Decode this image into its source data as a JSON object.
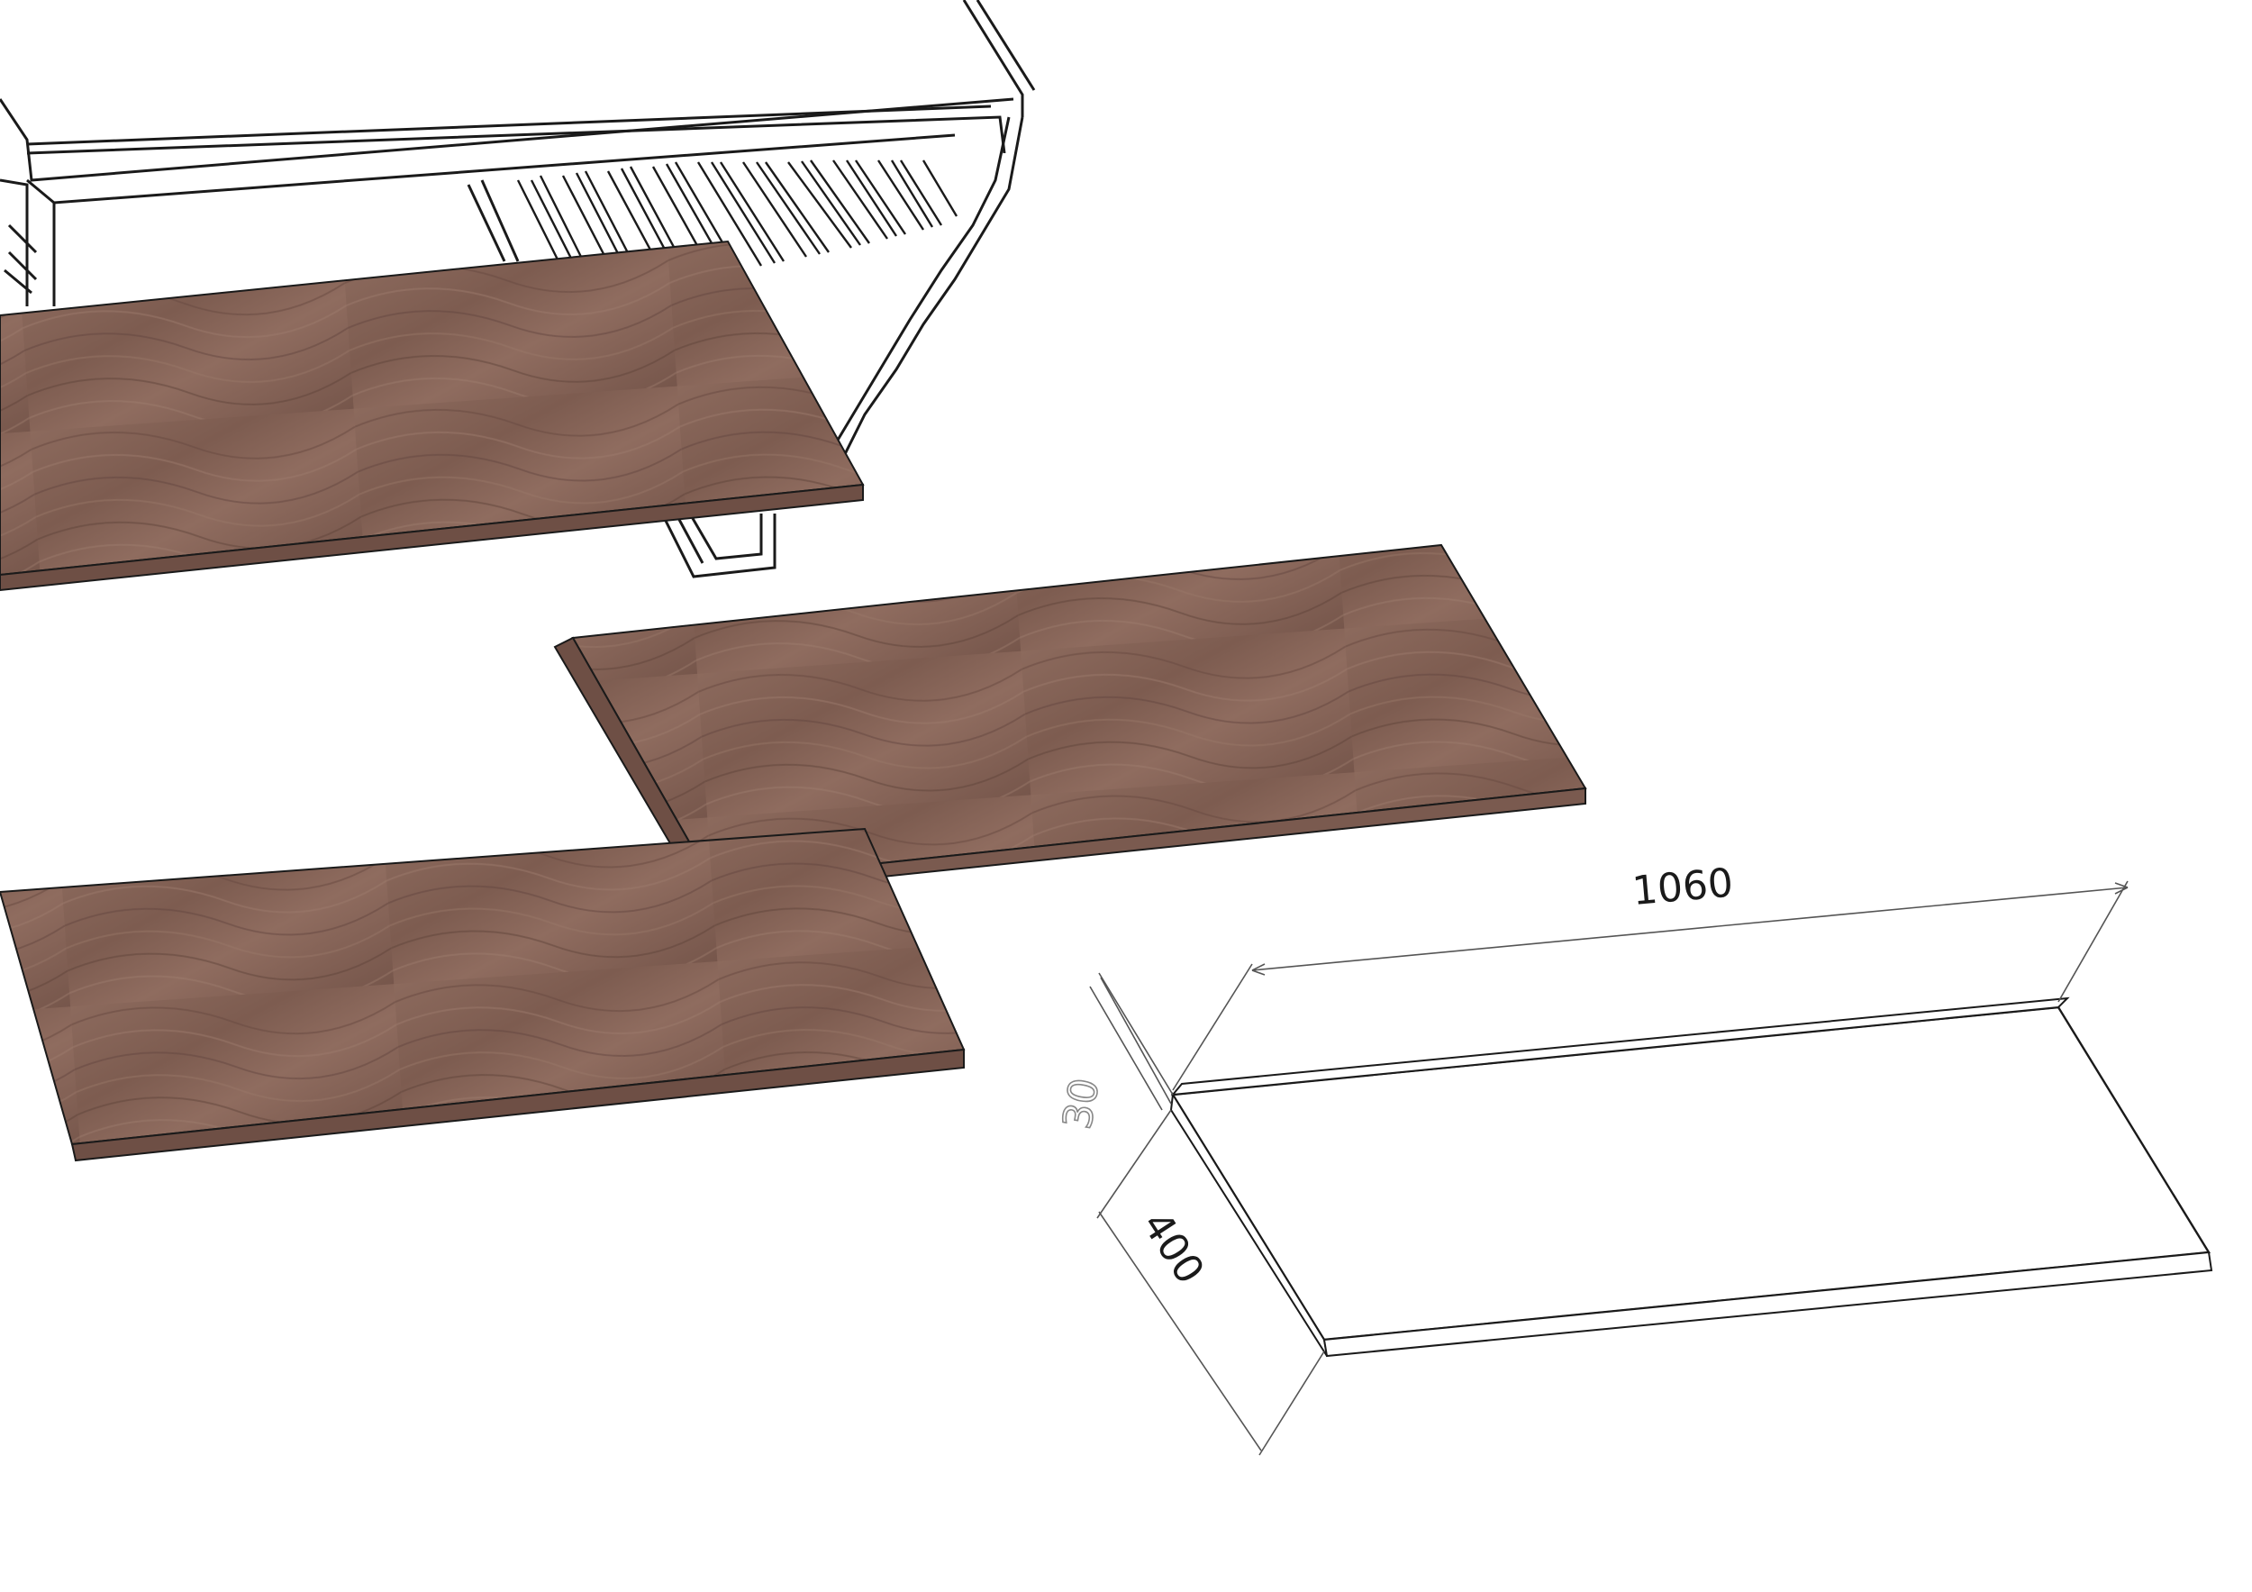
{
  "drawing": {
    "title": "",
    "panel_count": 3,
    "colors": {
      "wood_top": "#8a6659",
      "wood_top_dark": "#6e4f45",
      "wood_edge": "#7a5a4f",
      "line": "#1a1a1a",
      "dim_line": "#555555"
    },
    "icons": [
      "cabinet-outline",
      "walnut-shelf-panel",
      "blank-shelf-panel"
    ]
  },
  "dimensions": {
    "length": "1060",
    "depth": "400",
    "thickness": "30"
  }
}
